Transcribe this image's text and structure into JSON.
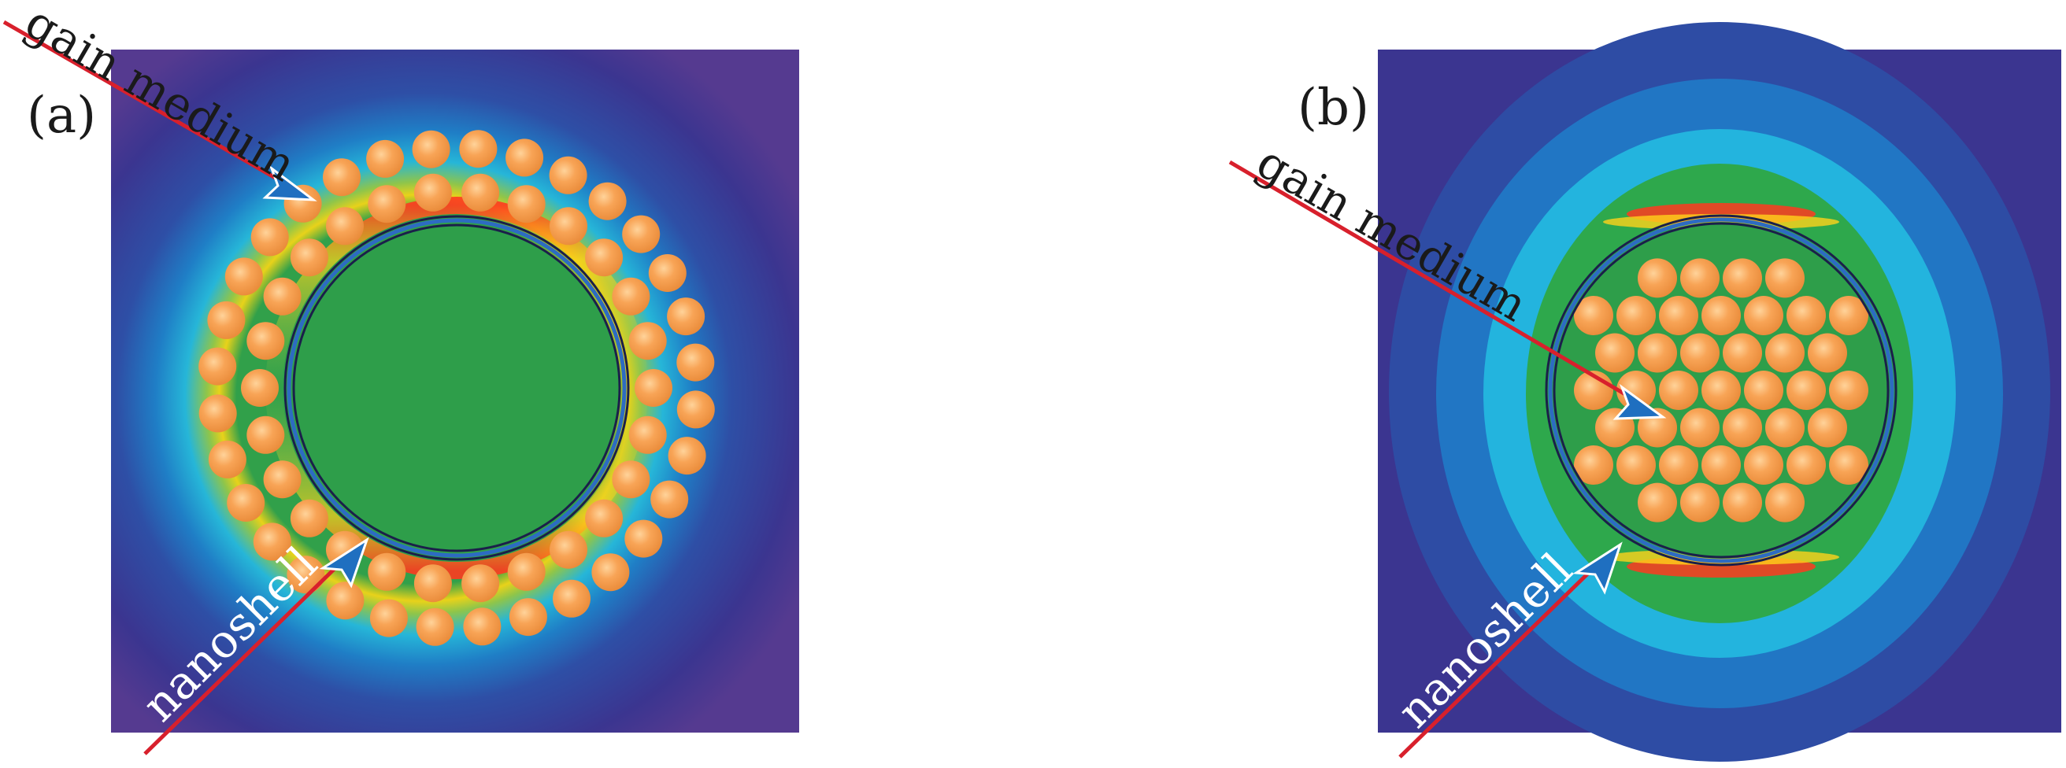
{
  "panels": [
    {
      "id": "a",
      "label": "(a)",
      "gain_medium_label": "gain medium",
      "nanoshell_label": "nanoshell"
    },
    {
      "id": "b",
      "label": "(b)",
      "gain_medium_label": "gain medium",
      "nanoshell_label": "nanoshell"
    }
  ],
  "colors": {
    "background_field": "#3b3590",
    "core_green": "#2e9e4a",
    "particle_orange": "#f5a050",
    "pointer_line_red": "#d8202c",
    "arrowhead_blue": "#1f6fc0",
    "ring_dark": "#1b1f4a"
  }
}
